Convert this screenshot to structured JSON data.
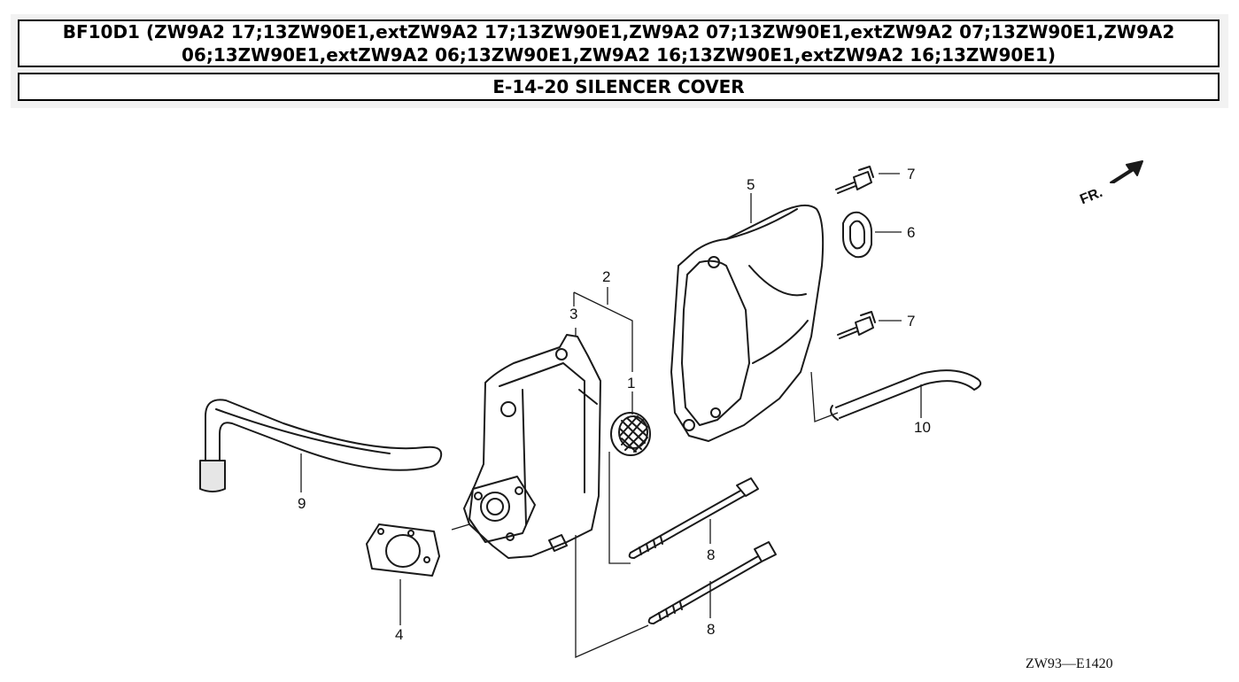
{
  "header": {
    "model_title": "BF10D1 (ZW9A2 17;13ZW90E1,extZW9A2 17;13ZW90E1,ZW9A2 07;13ZW90E1,extZW9A2 07;13ZW90E1,ZW9A2 06;13ZW90E1,extZW9A2 06;13ZW90E1,ZW9A2 16;13ZW90E1,extZW9A2 16;13ZW90E1)",
    "section_title": "E-14-20 SILENCER COVER"
  },
  "diagram": {
    "callouts": {
      "p1": "1",
      "p2": "2",
      "p3": "3",
      "p4": "4",
      "p5": "5",
      "p6": "6",
      "p7a": "7",
      "p7b": "7",
      "p8a": "8",
      "p8b": "8",
      "p9": "9",
      "p10": "10"
    },
    "direction_label": "FR.",
    "drawing_code": "ZW93—E1420"
  }
}
